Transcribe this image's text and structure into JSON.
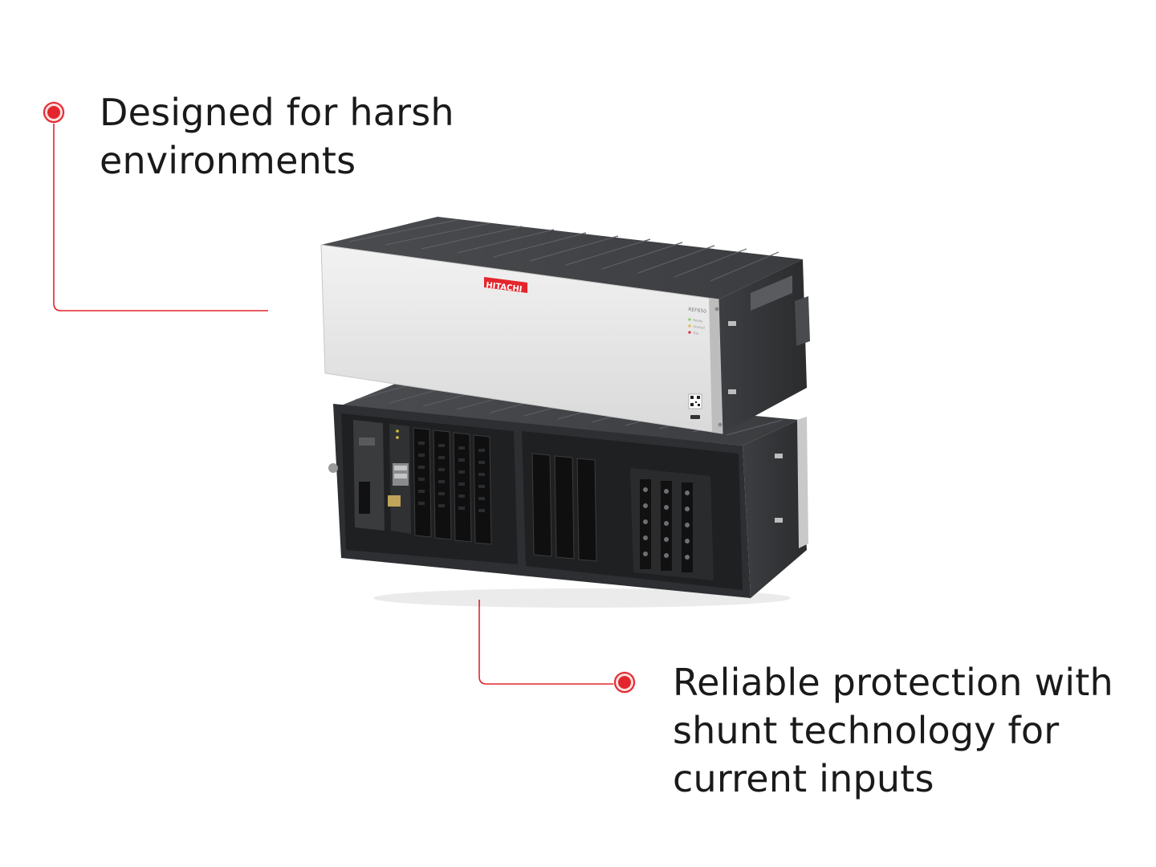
{
  "accent_color": "#e3262d",
  "callout_top": {
    "lines": [
      "Designed for harsh",
      "environments"
    ]
  },
  "callout_bottom": {
    "lines": [
      "Reliable protection with",
      "shunt technology for",
      "current inputs"
    ]
  },
  "product": {
    "brand": "HITACHI",
    "model": "REF650",
    "leds": [
      "Ready",
      "Started",
      "Trip"
    ]
  }
}
